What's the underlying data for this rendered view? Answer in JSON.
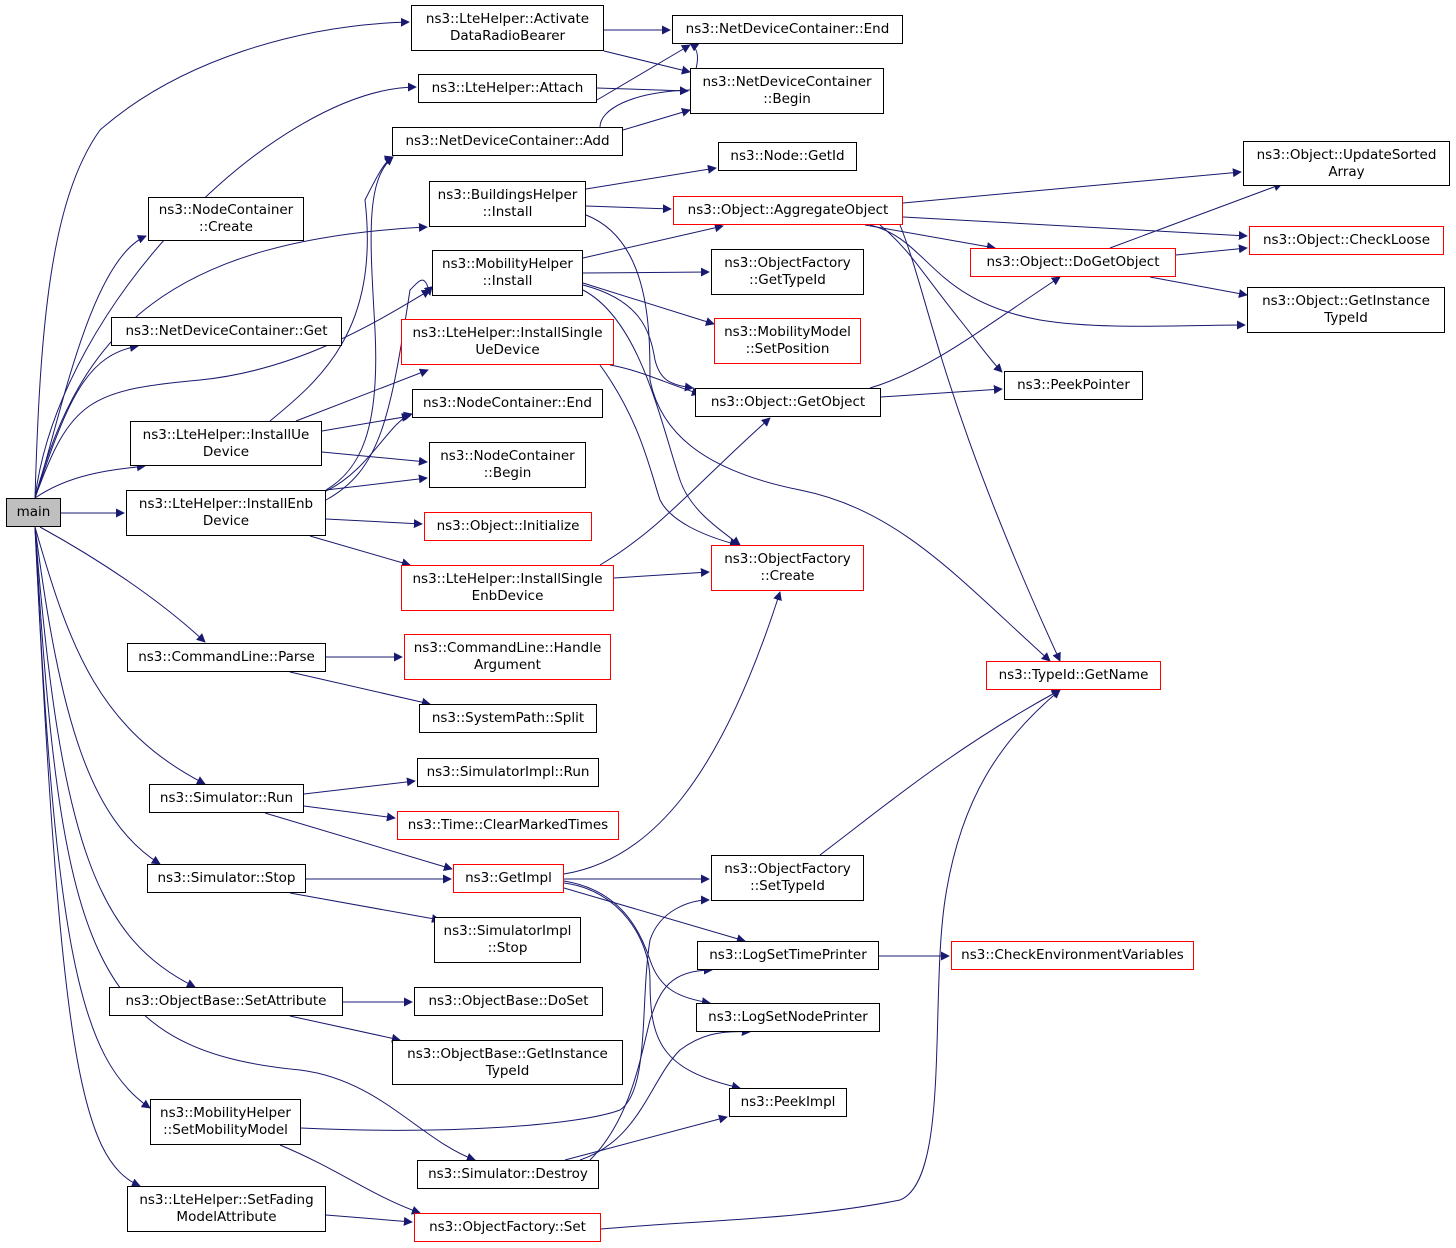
{
  "colors": {
    "edge": "#191970",
    "node_border": "#000000",
    "node_border_incomplete": "#ff0000",
    "root_fill": "#bfbfbf"
  },
  "nodes": {
    "main": {
      "lines": [
        "main"
      ]
    },
    "activate": {
      "lines": [
        "ns3::LteHelper::Activate",
        "DataRadioBearer"
      ]
    },
    "ndc_end": {
      "lines": [
        "ns3::NetDeviceContainer::End"
      ]
    },
    "attach": {
      "lines": [
        "ns3::LteHelper::Attach"
      ]
    },
    "ndc_begin": {
      "lines": [
        "ns3::NetDeviceContainer",
        "::Begin"
      ]
    },
    "ndc_add": {
      "lines": [
        "ns3::NetDeviceContainer::Add"
      ]
    },
    "nc_create": {
      "lines": [
        "ns3::NodeContainer",
        "::Create"
      ]
    },
    "bh_install": {
      "lines": [
        "ns3::BuildingsHelper",
        "::Install"
      ]
    },
    "node_getid": {
      "lines": [
        "ns3::Node::GetId"
      ]
    },
    "aggregate": {
      "lines": [
        "ns3::Object::AggregateObject"
      ]
    },
    "update_sorted": {
      "lines": [
        "ns3::Object::UpdateSorted",
        "Array"
      ]
    },
    "ndc_get": {
      "lines": [
        "ns3::NetDeviceContainer::Get"
      ]
    },
    "mh_install": {
      "lines": [
        "ns3::MobilityHelper",
        "::Install"
      ]
    },
    "of_gettypeid": {
      "lines": [
        "ns3::ObjectFactory",
        "::GetTypeId"
      ]
    },
    "check_loose": {
      "lines": [
        "ns3::Object::CheckLoose"
      ]
    },
    "dogetobject": {
      "lines": [
        "ns3::Object::DoGetObject"
      ]
    },
    "get_instance_typeid": {
      "lines": [
        "ns3::Object::GetInstance",
        "TypeId"
      ]
    },
    "install_single_ue": {
      "lines": [
        "ns3::LteHelper::InstallSingle",
        "UeDevice"
      ]
    },
    "mm_setposition": {
      "lines": [
        "ns3::MobilityModel",
        "::SetPosition"
      ]
    },
    "peek_pointer": {
      "lines": [
        "ns3::PeekPointer"
      ]
    },
    "getobject": {
      "lines": [
        "ns3::Object::GetObject"
      ]
    },
    "install_ue": {
      "lines": [
        "ns3::LteHelper::InstallUe",
        "Device"
      ]
    },
    "nc_end": {
      "lines": [
        "ns3::NodeContainer::End"
      ]
    },
    "nc_begin": {
      "lines": [
        "ns3::NodeContainer",
        "::Begin"
      ]
    },
    "install_enb": {
      "lines": [
        "ns3::LteHelper::InstallEnb",
        "Device"
      ]
    },
    "obj_initialize": {
      "lines": [
        "ns3::Object::Initialize"
      ]
    },
    "install_single_enb": {
      "lines": [
        "ns3::LteHelper::InstallSingle",
        "EnbDevice"
      ]
    },
    "of_create": {
      "lines": [
        "ns3::ObjectFactory",
        "::Create"
      ]
    },
    "cl_parse": {
      "lines": [
        "ns3::CommandLine::Parse"
      ]
    },
    "cl_handle": {
      "lines": [
        "ns3::CommandLine::Handle",
        "Argument"
      ]
    },
    "typeid_getname": {
      "lines": [
        "ns3::TypeId::GetName"
      ]
    },
    "sp_split": {
      "lines": [
        "ns3::SystemPath::Split"
      ]
    },
    "sim_run": {
      "lines": [
        "ns3::Simulator::Run"
      ]
    },
    "simimpl_run": {
      "lines": [
        "ns3::SimulatorImpl::Run"
      ]
    },
    "time_clear": {
      "lines": [
        "ns3::Time::ClearMarkedTimes"
      ]
    },
    "sim_stop": {
      "lines": [
        "ns3::Simulator::Stop"
      ]
    },
    "getimpl": {
      "lines": [
        "ns3::GetImpl"
      ]
    },
    "of_settypeid": {
      "lines": [
        "ns3::ObjectFactory",
        "::SetTypeId"
      ]
    },
    "simimpl_stop": {
      "lines": [
        "ns3::SimulatorImpl",
        "::Stop"
      ]
    },
    "log_time": {
      "lines": [
        "ns3::LogSetTimePrinter"
      ]
    },
    "check_env": {
      "lines": [
        "ns3::CheckEnvironmentVariables"
      ]
    },
    "ob_setattr": {
      "lines": [
        "ns3::ObjectBase::SetAttribute"
      ]
    },
    "ob_doset": {
      "lines": [
        "ns3::ObjectBase::DoSet"
      ]
    },
    "log_node": {
      "lines": [
        "ns3::LogSetNodePrinter"
      ]
    },
    "ob_getinst": {
      "lines": [
        "ns3::ObjectBase::GetInstance",
        "TypeId"
      ]
    },
    "mh_setmm": {
      "lines": [
        "ns3::MobilityHelper",
        "::SetMobilityModel"
      ]
    },
    "peekimpl": {
      "lines": [
        "ns3::PeekImpl"
      ]
    },
    "sim_destroy": {
      "lines": [
        "ns3::Simulator::Destroy"
      ]
    },
    "fading": {
      "lines": [
        "ns3::LteHelper::SetFading",
        "ModelAttribute"
      ]
    },
    "of_set": {
      "lines": [
        "ns3::ObjectFactory::Set"
      ]
    }
  }
}
